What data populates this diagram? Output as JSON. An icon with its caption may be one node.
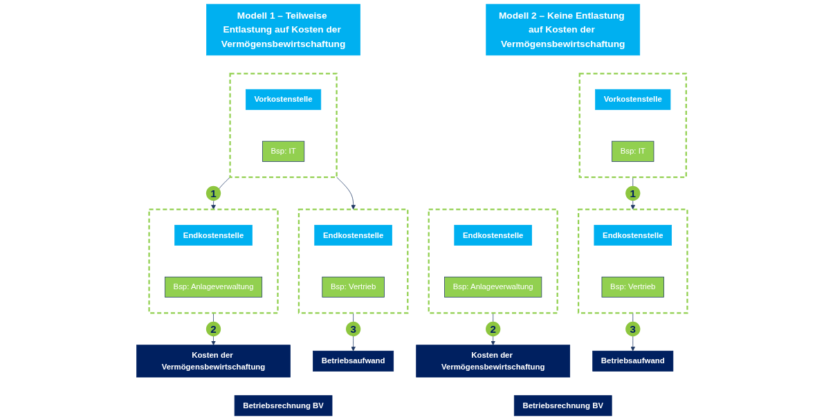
{
  "diagram": {
    "nodes": [
      {
        "text": [
          "Modell 1 – Teilweise Entlastung auf Kosten der Vermögensbewirtschaftung"
        ]
      },
      {
        "text": [],
        "shape": "box"
      },
      {
        "text": [
          "Vorkostenstelle"
        ],
        "in": 1
      },
      {
        "text": [
          "Bsp: IT"
        ],
        "in": 1
      },
      {
        "text": [],
        "shape": "box"
      },
      {
        "text": [
          "Endkostenstelle"
        ],
        "in": 4
      },
      {
        "text": [
          "Bsp: Anlageverwaltung"
        ],
        "in": 4
      },
      {
        "text": [],
        "shape": "box"
      },
      {
        "text": [
          "Endkostenstelle"
        ],
        "in": 7
      },
      {
        "text": [
          "Bsp: Vertrieb"
        ],
        "in": 7
      },
      {
        "text": [
          "Kosten der Vermögensbewirtschaftung"
        ]
      },
      {
        "text": [
          "Betriebsaufwand"
        ]
      },
      {
        "text": [
          "Betriebsrechnung BV"
        ]
      },
      {
        "text": [
          "Modell 2 – Keine Entlastung auf Kosten der Vermögensbewirtschaftung"
        ]
      },
      {
        "text": [],
        "shape": "box"
      },
      {
        "text": [
          "Vorkostenstelle"
        ],
        "in": 14
      },
      {
        "text": [
          "Bsp: IT"
        ],
        "in": 14
      },
      {
        "text": [],
        "shape": "box"
      },
      {
        "text": [
          "Endkostenstelle"
        ],
        "in": 17
      },
      {
        "text": [
          "Bsp: Anlageverwaltung"
        ],
        "in": 17
      },
      {
        "text": [],
        "shape": "box"
      },
      {
        "text": [
          "Endkostenstelle"
        ],
        "in": 20
      },
      {
        "text": [
          "Bsp: Vertrieb"
        ],
        "in": 20
      },
      {
        "text": [
          "Kosten der Vermögensbewirtschaftung"
        ]
      },
      {
        "text": [
          "Betriebsaufwand"
        ]
      },
      {
        "text": [
          "Betriebsrechnung BV"
        ]
      }
    ],
    "edges": [
      {
        "from": 1,
        "to": 4,
        "arrow": "to",
        "label": "1"
      },
      {
        "from": 1,
        "to": 7,
        "arrow": "to"
      },
      {
        "from": 4,
        "to": 10,
        "arrow": "to",
        "label": "2"
      },
      {
        "from": 7,
        "to": 11,
        "arrow": "to",
        "label": "3"
      },
      {
        "from": 14,
        "to": 20,
        "arrow": "to",
        "label": "1"
      },
      {
        "from": 17,
        "to": 23,
        "arrow": "to",
        "label": "2"
      },
      {
        "from": 20,
        "to": 24,
        "arrow": "to",
        "label": "3"
      }
    ]
  }
}
